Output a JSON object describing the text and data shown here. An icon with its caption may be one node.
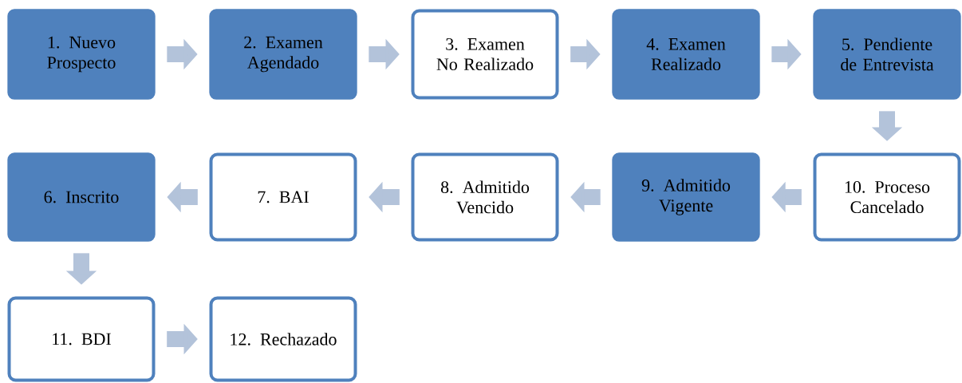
{
  "diagram": {
    "nodes": [
      {
        "text": [
          "1. Nuevo Prospecto"
        ]
      },
      {
        "text": [
          "2. Examen Agendado"
        ]
      },
      {
        "text": [
          "3. Examen No Realizado"
        ]
      },
      {
        "text": [
          "4. Examen Realizado"
        ]
      },
      {
        "text": [
          "5. Pendiente de Entrevista"
        ]
      },
      {
        "text": [
          "6. Inscrito"
        ]
      },
      {
        "text": [
          "7. BAI"
        ]
      },
      {
        "text": [
          "8. Admitido Vencido"
        ]
      },
      {
        "text": [
          "9. Admitido Vigente"
        ]
      },
      {
        "text": [
          "10. Proceso Cancelado"
        ]
      },
      {
        "text": [
          "11. BDI"
        ]
      },
      {
        "text": [
          "12. Rechazado"
        ]
      }
    ],
    "edges": [
      {
        "from": 0,
        "to": 1,
        "arrow": "to"
      },
      {
        "from": 1,
        "to": 2,
        "arrow": "to"
      },
      {
        "from": 2,
        "to": 3,
        "arrow": "to"
      },
      {
        "from": 3,
        "to": 4,
        "arrow": "to"
      },
      {
        "from": 4,
        "to": 9,
        "arrow": "to"
      },
      {
        "from": 9,
        "to": 8,
        "arrow": "to"
      },
      {
        "from": 8,
        "to": 7,
        "arrow": "to"
      },
      {
        "from": 7,
        "to": 6,
        "arrow": "to"
      },
      {
        "from": 6,
        "to": 5,
        "arrow": "to"
      },
      {
        "from": 5,
        "to": 10,
        "arrow": "to"
      },
      {
        "from": 10,
        "to": 11,
        "arrow": "to"
      }
    ]
  }
}
